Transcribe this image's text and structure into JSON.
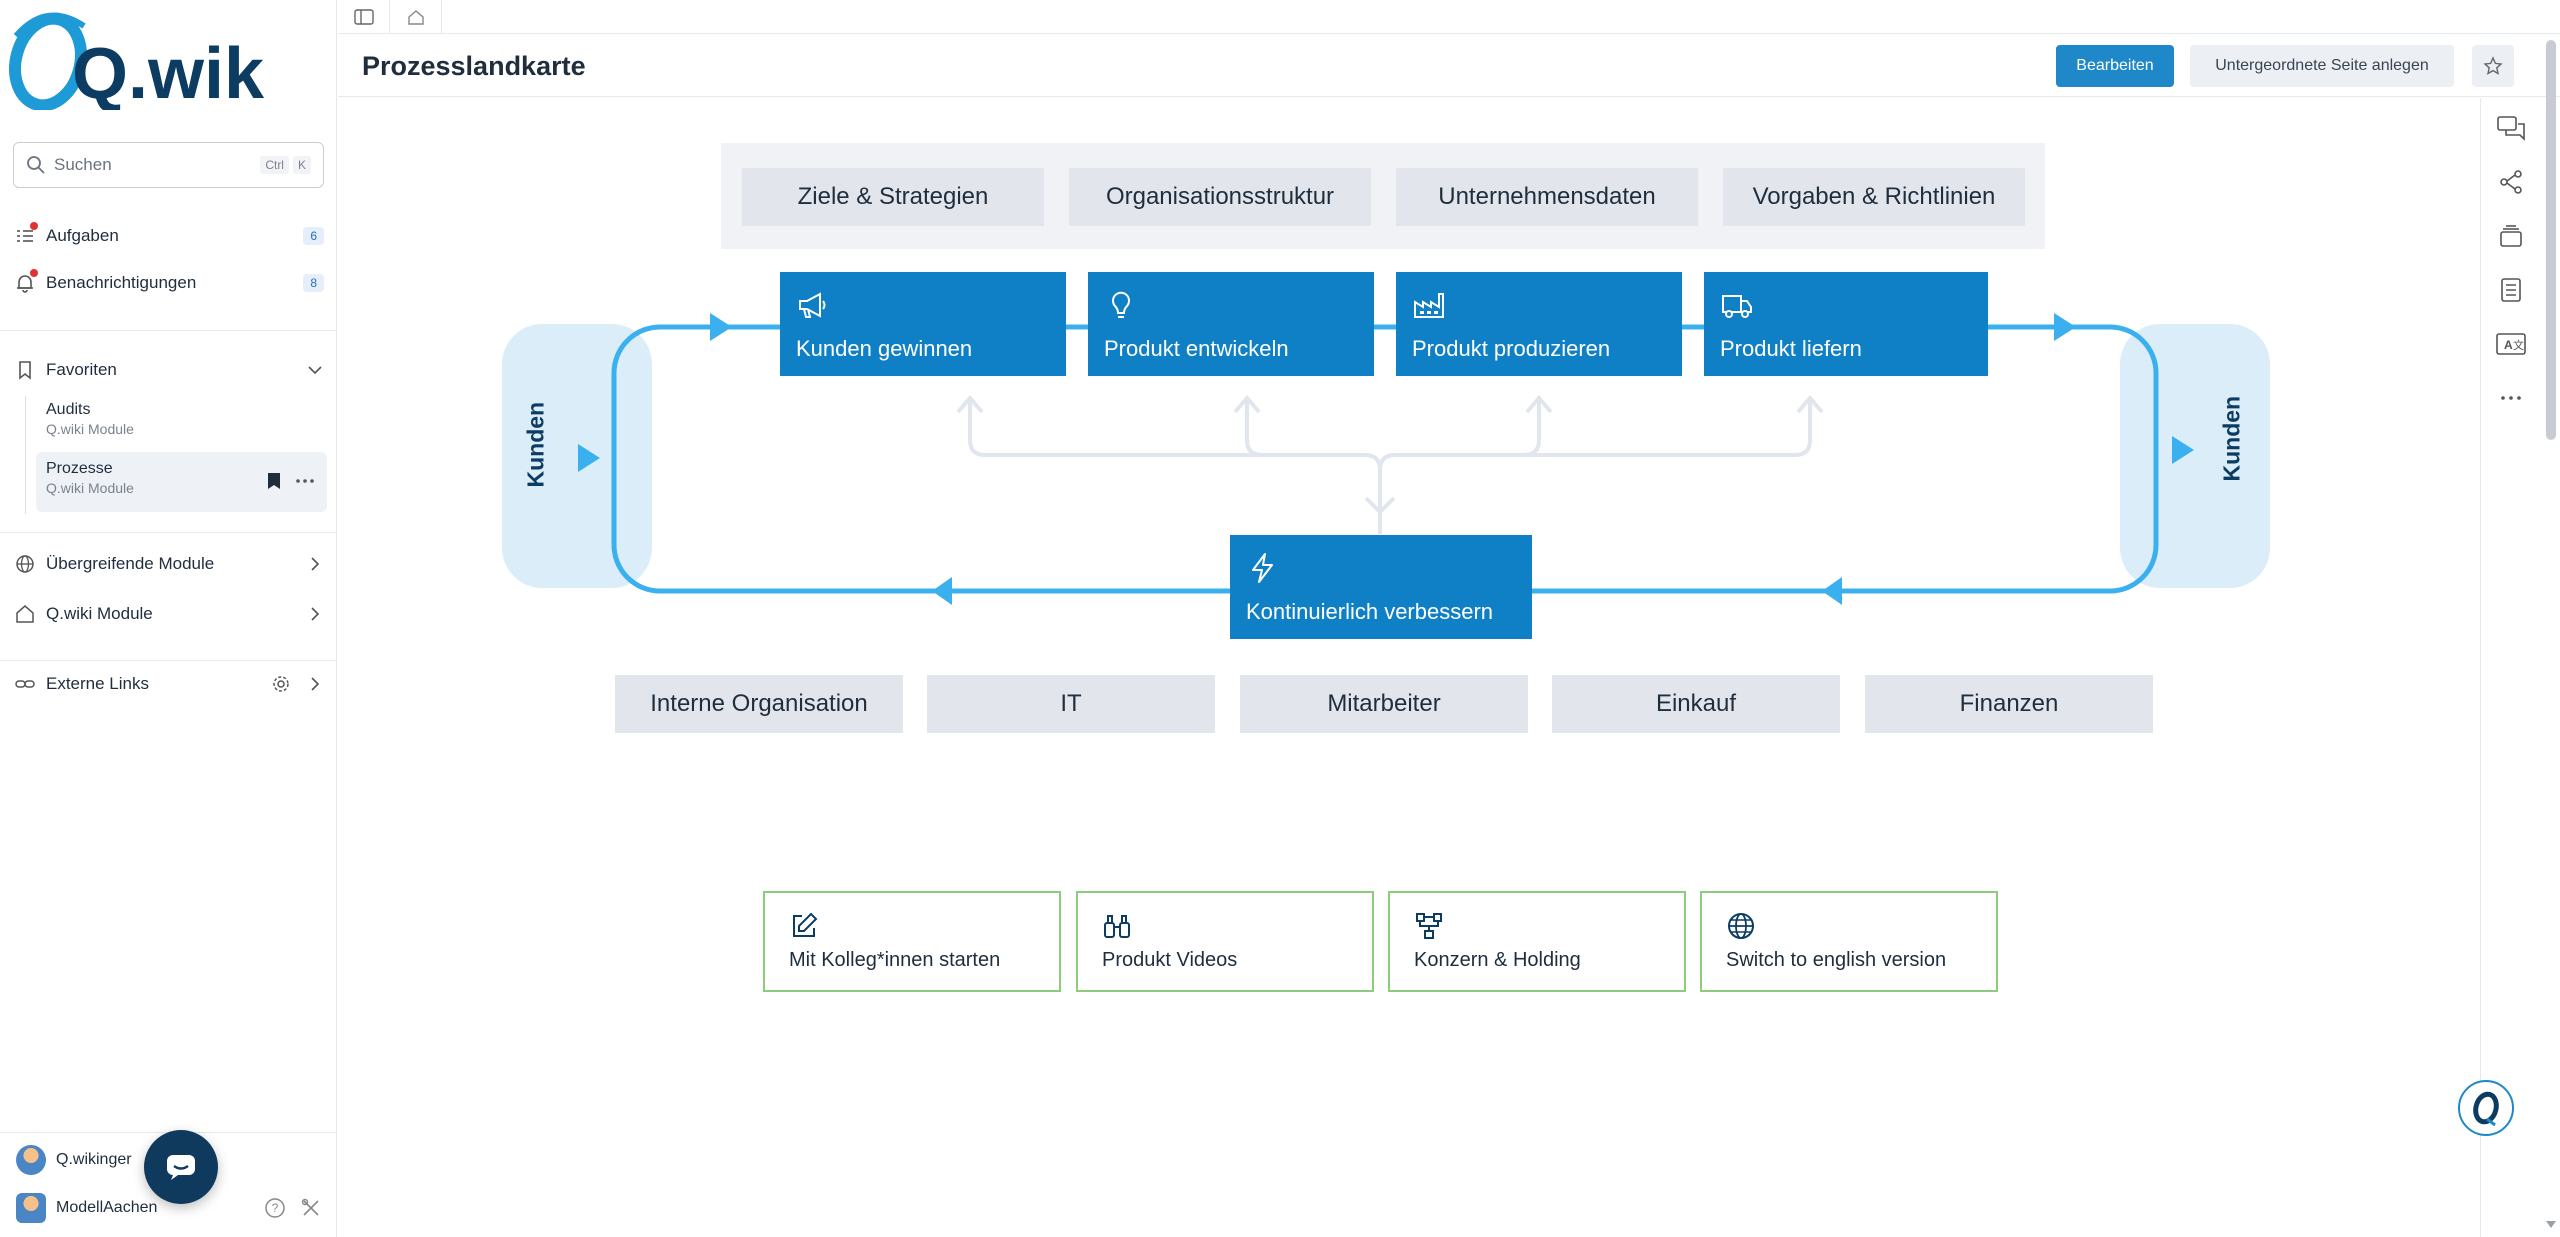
{
  "app": {
    "logo_text": "Q.wiki"
  },
  "sidebar": {
    "search": {
      "placeholder": "Suchen",
      "kbd1": "Ctrl",
      "kbd2": "K"
    },
    "tasks": {
      "label": "Aufgaben",
      "count": "6"
    },
    "notifications": {
      "label": "Benachrichtigungen",
      "count": "8"
    },
    "favorites": {
      "label": "Favoriten",
      "items": [
        {
          "title": "Audits",
          "subtitle": "Q.wiki Module"
        },
        {
          "title": "Prozesse",
          "subtitle": "Q.wiki Module"
        }
      ]
    },
    "modules": [
      {
        "label": "Übergreifende Module"
      },
      {
        "label": "Q.wiki Module"
      }
    ],
    "external_links": {
      "label": "Externe Links"
    },
    "users": [
      {
        "name": "Q.wikinger"
      },
      {
        "name": "ModellAachen"
      }
    ]
  },
  "header": {
    "title": "Prozesslandkarte",
    "edit_label": "Bearbeiten",
    "subpage_label": "Untergeordnete Seite anlegen"
  },
  "map": {
    "management": [
      "Ziele & Strategien",
      "Organisationsstruktur",
      "Unternehmensdaten",
      "Vorgaben & Richtlinien"
    ],
    "customer_left": "Kunden",
    "customer_right": "Kunden",
    "core": [
      {
        "label": "Kunden gewinnen",
        "icon": "megaphone-icon"
      },
      {
        "label": "Produkt entwickeln",
        "icon": "lightbulb-icon"
      },
      {
        "label": "Produkt produzieren",
        "icon": "factory-icon"
      },
      {
        "label": "Produkt liefern",
        "icon": "truck-icon"
      }
    ],
    "improve": {
      "label": "Kontinuierlich verbessern",
      "icon": "lightning-icon"
    },
    "support": [
      "Interne Organisation",
      "IT",
      "Mitarbeiter",
      "Einkauf",
      "Finanzen"
    ],
    "links": [
      {
        "label": "Mit Kolleg*innen starten",
        "icon": "edit-icon"
      },
      {
        "label": "Produkt Videos",
        "icon": "binoculars-icon"
      },
      {
        "label": "Konzern & Holding",
        "icon": "org-chart-icon"
      },
      {
        "label": "Switch to english version",
        "icon": "globe-icon"
      }
    ]
  },
  "colors": {
    "accent": "#1e88c8",
    "process_blue": "#0f80c6",
    "flow_line": "#3bb0ee",
    "link_border": "#8ccc7c"
  }
}
